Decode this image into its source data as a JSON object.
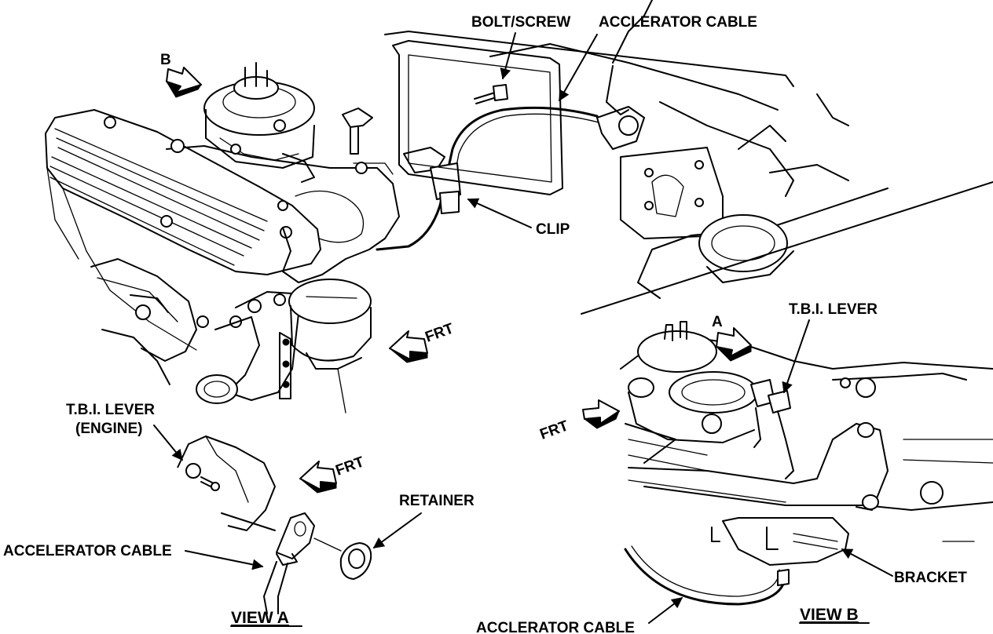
{
  "labels": {
    "bolt_screw": "BOLT/SCREW",
    "accelerator_cable_top": "ACCLERATOR CABLE",
    "clip": "CLIP",
    "b": "B",
    "a": "A",
    "frt_engine": "FRT",
    "frt_view_a": "FRT",
    "frt_view_b": "FRT",
    "tbi_lever_b": "T.B.I. LEVER",
    "tbi_lever_a_line1": "T.B.I. LEVER",
    "tbi_lever_a_line2": "(ENGINE)",
    "retainer": "RETAINER",
    "accelerator_cable_a": "ACCELERATOR CABLE",
    "bracket": "BRACKET",
    "accelerator_cable_b": "ACCLERATOR CABLE",
    "view_a": "VIEW A",
    "view_b": "VIEW B"
  },
  "icons": [
    "direction-arrow-icon",
    "leader-arrow-icon"
  ]
}
